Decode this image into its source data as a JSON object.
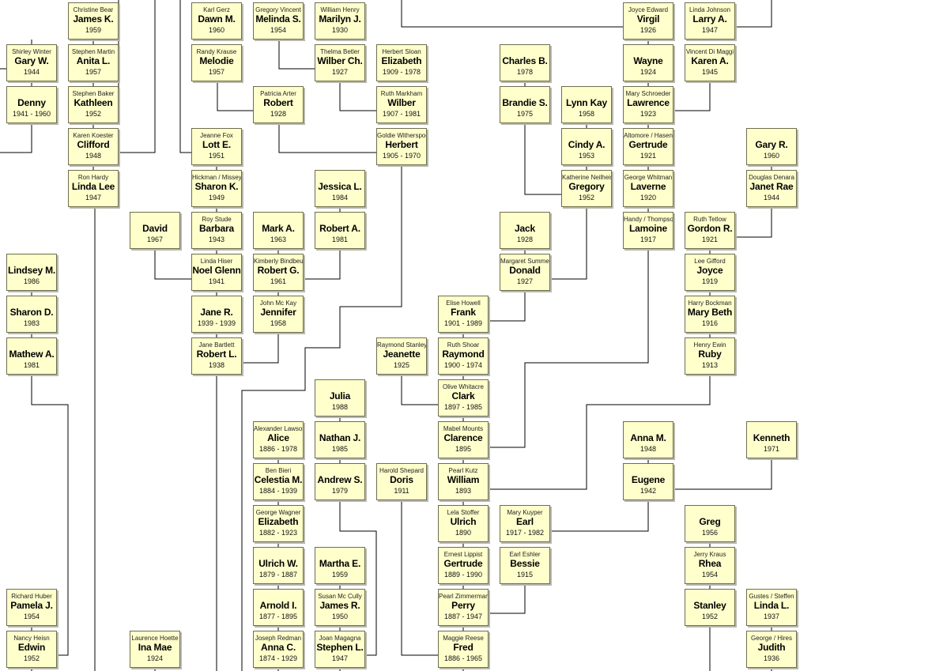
{
  "people": [
    {
      "spouse": "Christine Bear",
      "name": "James K.",
      "dates": "1959"
    },
    {
      "spouse": "Karl Gerz",
      "name": "Dawn M.",
      "dates": "1960"
    },
    {
      "spouse": "Gregory Vincent",
      "name": "Melinda S.",
      "dates": "1954"
    },
    {
      "spouse": "William Henry",
      "name": "Marilyn J.",
      "dates": "1930"
    },
    {
      "spouse": "Joyce Edward",
      "name": "Virgil",
      "dates": "1926"
    },
    {
      "spouse": "Linda Johnson",
      "name": "Larry A.",
      "dates": "1947"
    },
    {
      "spouse": "Shirley Winter",
      "name": "Gary W.",
      "dates": "1944"
    },
    {
      "spouse": "Stephen Martin",
      "name": "Anita L.",
      "dates": "1957"
    },
    {
      "spouse": "Randy Krause",
      "name": "Melodie",
      "dates": "1957"
    },
    {
      "spouse": "Thelma Betler",
      "name": "Wilber Ch.",
      "dates": "1927"
    },
    {
      "spouse": "Herbert Sloan",
      "name": "Elizabeth",
      "dates": "1909 - 1978"
    },
    {
      "spouse": "",
      "name": "Charles B.",
      "dates": "1978"
    },
    {
      "spouse": "",
      "name": "Wayne",
      "dates": "1924"
    },
    {
      "spouse": "Vincent Di Maggi",
      "name": "Karen A.",
      "dates": "1945"
    },
    {
      "spouse": "",
      "name": "Denny",
      "dates": "1941 - 1960"
    },
    {
      "spouse": "Stephen Baker",
      "name": "Kathleen",
      "dates": "1952"
    },
    {
      "spouse": "Patricia Arter",
      "name": "Robert",
      "dates": "1928"
    },
    {
      "spouse": "Ruth Markham",
      "name": "Wilber",
      "dates": "1907 - 1981"
    },
    {
      "spouse": "",
      "name": "Brandie S.",
      "dates": "1975"
    },
    {
      "spouse": "",
      "name": "Lynn Kay",
      "dates": "1958"
    },
    {
      "spouse": "Mary Schroeder",
      "name": "Lawrence",
      "dates": "1923"
    },
    {
      "spouse": "Karen Koester",
      "name": "Clifford",
      "dates": "1948"
    },
    {
      "spouse": "Jeanne Fox",
      "name": "Lott E.",
      "dates": "1951"
    },
    {
      "spouse": "Goldie Witherspoo",
      "name": "Herbert",
      "dates": "1905 - 1970"
    },
    {
      "spouse": "",
      "name": "Cindy A.",
      "dates": "1953"
    },
    {
      "spouse": "Altomore / Hasen",
      "name": "Gertrude",
      "dates": "1921"
    },
    {
      "spouse": "",
      "name": "Gary R.",
      "dates": "1960"
    },
    {
      "spouse": "Ron Hardy",
      "name": "Linda Lee",
      "dates": "1947"
    },
    {
      "spouse": "Hickman / Missey",
      "name": "Sharon K.",
      "dates": "1949"
    },
    {
      "spouse": "",
      "name": "Jessica L.",
      "dates": "1984"
    },
    {
      "spouse": "Katherine Neilheise",
      "name": "Gregory",
      "dates": "1952"
    },
    {
      "spouse": "George Whitman",
      "name": "Laverne",
      "dates": "1920"
    },
    {
      "spouse": "Douglas Denara",
      "name": "Janet Rae",
      "dates": "1944"
    },
    {
      "spouse": "",
      "name": "David",
      "dates": "1967"
    },
    {
      "spouse": "Roy Stude",
      "name": "Barbara",
      "dates": "1943"
    },
    {
      "spouse": "",
      "name": "Mark A.",
      "dates": "1963"
    },
    {
      "spouse": "",
      "name": "Robert A.",
      "dates": "1981"
    },
    {
      "spouse": "",
      "name": "Jack",
      "dates": "1928"
    },
    {
      "spouse": "Handy / Thompso",
      "name": "Lamoine",
      "dates": "1917"
    },
    {
      "spouse": "Ruth Tetlow",
      "name": "Gordon R.",
      "dates": "1921"
    },
    {
      "spouse": "",
      "name": "Lindsey M.",
      "dates": "1986"
    },
    {
      "spouse": "Linda Hiser",
      "name": "Noel Glenn",
      "dates": "1941"
    },
    {
      "spouse": "Kimberly Bindbeut",
      "name": "Robert G.",
      "dates": "1961"
    },
    {
      "spouse": "Margaret Summer",
      "name": "Donald",
      "dates": "1927"
    },
    {
      "spouse": "Lee Gifford",
      "name": "Joyce",
      "dates": "1919"
    },
    {
      "spouse": "",
      "name": "Sharon D.",
      "dates": "1983"
    },
    {
      "spouse": "",
      "name": "Jane R.",
      "dates": "1939 - 1939"
    },
    {
      "spouse": "John Mc Kay",
      "name": "Jennifer",
      "dates": "1958"
    },
    {
      "spouse": "Elise Howell",
      "name": "Frank",
      "dates": "1901 - 1989"
    },
    {
      "spouse": "Harry Bockman",
      "name": "Mary Beth",
      "dates": "1916"
    },
    {
      "spouse": "",
      "name": "Mathew A.",
      "dates": "1981"
    },
    {
      "spouse": "Jane Bartlett",
      "name": "Robert L.",
      "dates": "1938"
    },
    {
      "spouse": "Raymond Stanley",
      "name": "Jeanette",
      "dates": "1925"
    },
    {
      "spouse": "Ruth Shoar",
      "name": "Raymond",
      "dates": "1900 - 1974"
    },
    {
      "spouse": "Henry Ewin",
      "name": "Ruby",
      "dates": "1913"
    },
    {
      "spouse": "",
      "name": "Julia",
      "dates": "1988"
    },
    {
      "spouse": "Olive Whitacre",
      "name": "Clark",
      "dates": "1897 - 1985"
    },
    {
      "spouse": "Alexander Lawson",
      "name": "Alice",
      "dates": "1886 - 1978"
    },
    {
      "spouse": "",
      "name": "Nathan J.",
      "dates": "1985"
    },
    {
      "spouse": "Mabel Mounts",
      "name": "Clarence",
      "dates": "1895"
    },
    {
      "spouse": "",
      "name": "Anna M.",
      "dates": "1948"
    },
    {
      "spouse": "",
      "name": "Kenneth",
      "dates": "1971"
    },
    {
      "spouse": "Ben Bieri",
      "name": "Celestia M.",
      "dates": "1884 - 1939"
    },
    {
      "spouse": "",
      "name": "Andrew S.",
      "dates": "1979"
    },
    {
      "spouse": "Harold Shepard",
      "name": "Doris",
      "dates": "1911"
    },
    {
      "spouse": "Pearl Kutz",
      "name": "William",
      "dates": "1893"
    },
    {
      "spouse": "",
      "name": "Eugene",
      "dates": "1942"
    },
    {
      "spouse": "George Wagner",
      "name": "Elizabeth",
      "dates": "1882 - 1923"
    },
    {
      "spouse": "Lela Stoffer",
      "name": "Ulrich",
      "dates": "1890"
    },
    {
      "spouse": "Mary Kuyper",
      "name": "Earl",
      "dates": "1917 - 1982"
    },
    {
      "spouse": "",
      "name": "Greg",
      "dates": "1956"
    },
    {
      "spouse": "",
      "name": "Ulrich W.",
      "dates": "1879 - 1887"
    },
    {
      "spouse": "",
      "name": "Martha E.",
      "dates": "1959"
    },
    {
      "spouse": "Ernest Lippist",
      "name": "Gertrude",
      "dates": "1889 - 1990"
    },
    {
      "spouse": "Earl Eshler",
      "name": "Bessie",
      "dates": "1915"
    },
    {
      "spouse": "Jerry Kraus",
      "name": "Rhea",
      "dates": "1954"
    },
    {
      "spouse": "Richard Huber",
      "name": "Pamela J.",
      "dates": "1954"
    },
    {
      "spouse": "",
      "name": "Arnold I.",
      "dates": "1877 - 1895"
    },
    {
      "spouse": "Susan Mc Cully",
      "name": "James R.",
      "dates": "1950"
    },
    {
      "spouse": "Pearl Zimmerman",
      "name": "Perry",
      "dates": "1887 - 1947"
    },
    {
      "spouse": "",
      "name": "Stanley",
      "dates": "1952"
    },
    {
      "spouse": "Gustes / Steffen",
      "name": "Linda L.",
      "dates": "1937"
    },
    {
      "spouse": "Nancy Heisn",
      "name": "Edwin",
      "dates": "1952"
    },
    {
      "spouse": "Laurence Hoette",
      "name": "Ina Mae",
      "dates": "1924"
    },
    {
      "spouse": "Joseph Redman",
      "name": "Anna C.",
      "dates": "1874 - 1929"
    },
    {
      "spouse": "Joan Magagna",
      "name": "Stephen L.",
      "dates": "1947"
    },
    {
      "spouse": "Maggie Reese",
      "name": "Fred",
      "dates": "1886 - 1965"
    },
    {
      "spouse": "George / Hires",
      "name": "Judith",
      "dates": "1936"
    }
  ]
}
